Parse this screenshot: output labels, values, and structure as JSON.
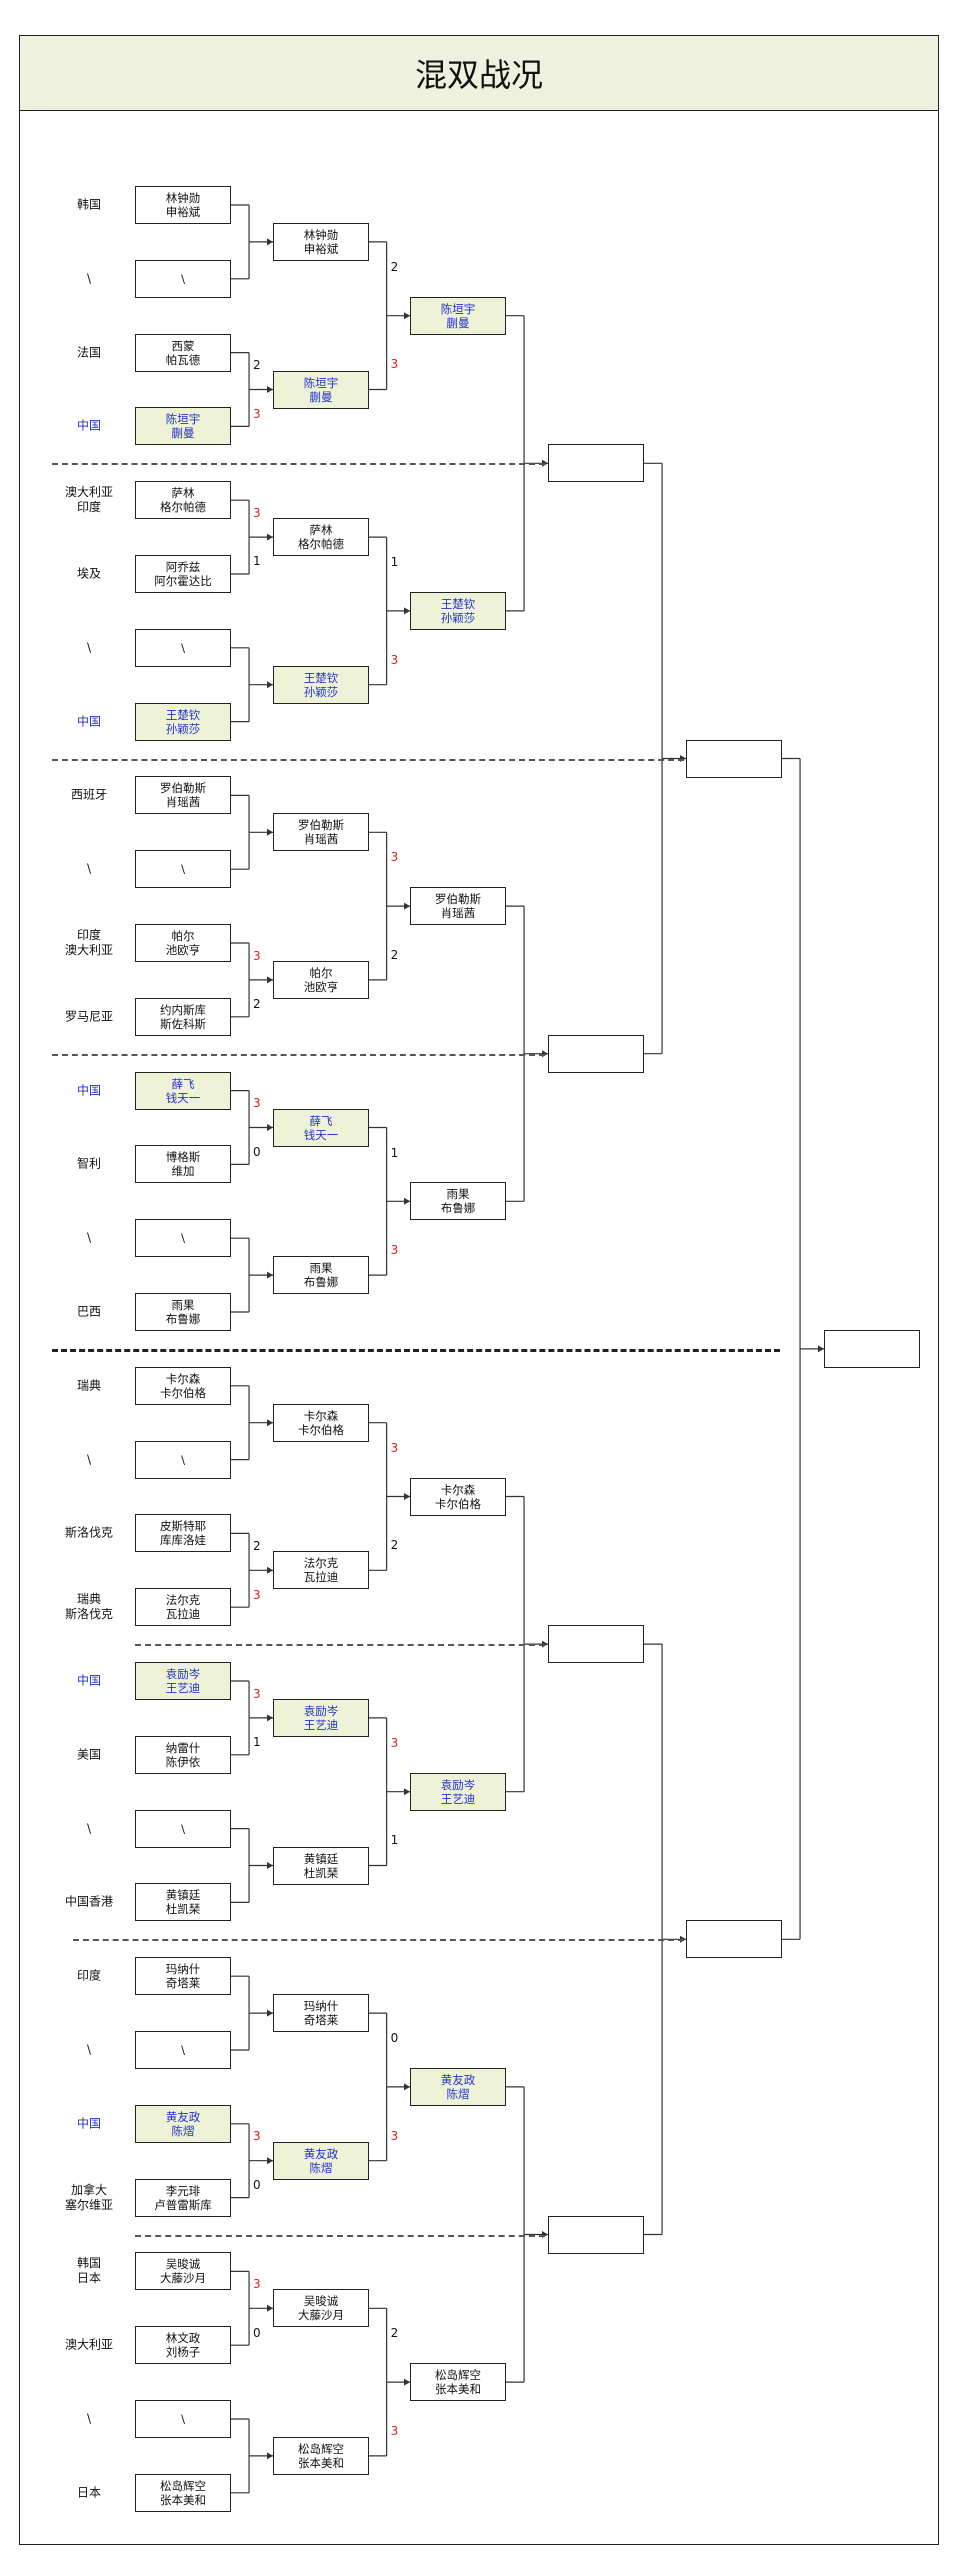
{
  "title": "混双战况",
  "entrants": [
    {
      "country": [
        "韩国"
      ],
      "names": [
        "林钟勋",
        "申裕斌"
      ]
    },
    {
      "country": [
        "\\"
      ],
      "names": [
        "\\"
      ]
    },
    {
      "country": [
        "法国"
      ],
      "names": [
        "西蒙",
        "帕瓦德"
      ]
    },
    {
      "country": [
        "中国"
      ],
      "names": [
        "陈垣宇",
        "蒯曼"
      ]
    },
    {
      "country": [
        "澳大利亚",
        "印度"
      ],
      "names": [
        "萨林",
        "格尔帕德"
      ]
    },
    {
      "country": [
        "埃及"
      ],
      "names": [
        "阿乔兹",
        "阿尔霍达比"
      ]
    },
    {
      "country": [
        "\\"
      ],
      "names": [
        "\\"
      ]
    },
    {
      "country": [
        "中国"
      ],
      "names": [
        "王楚钦",
        "孙颖莎"
      ]
    },
    {
      "country": [
        "西班牙"
      ],
      "names": [
        "罗伯勒斯",
        "肖瑶茜"
      ]
    },
    {
      "country": [
        "\\"
      ],
      "names": [
        "\\"
      ]
    },
    {
      "country": [
        "印度",
        "澳大利亚"
      ],
      "names": [
        "帕尔",
        "池欧亨"
      ]
    },
    {
      "country": [
        "罗马尼亚"
      ],
      "names": [
        "约内斯库",
        "斯佐科斯"
      ]
    },
    {
      "country": [
        "中国"
      ],
      "names": [
        "薛飞",
        "钱天一"
      ]
    },
    {
      "country": [
        "智利"
      ],
      "names": [
        "博格斯",
        "维加"
      ]
    },
    {
      "country": [
        "\\"
      ],
      "names": [
        "\\"
      ]
    },
    {
      "country": [
        "巴西"
      ],
      "names": [
        "雨果",
        "布鲁娜"
      ]
    },
    {
      "country": [
        "瑞典"
      ],
      "names": [
        "卡尔森",
        "卡尔伯格"
      ]
    },
    {
      "country": [
        "\\"
      ],
      "names": [
        "\\"
      ]
    },
    {
      "country": [
        "斯洛伐克"
      ],
      "names": [
        "皮斯特耶",
        "库库洛娃"
      ]
    },
    {
      "country": [
        "瑞典",
        "斯洛伐克"
      ],
      "names": [
        "法尔克",
        "瓦拉迪"
      ]
    },
    {
      "country": [
        "中国"
      ],
      "names": [
        "袁励岑",
        "王艺迪"
      ]
    },
    {
      "country": [
        "美国"
      ],
      "names": [
        "纳雷什",
        "陈伊依"
      ]
    },
    {
      "country": [
        "\\"
      ],
      "names": [
        "\\"
      ]
    },
    {
      "country": [
        "中国香港"
      ],
      "names": [
        "黄镇廷",
        "杜凯琹"
      ]
    },
    {
      "country": [
        "印度"
      ],
      "names": [
        "玛纳什",
        "奇塔莱"
      ]
    },
    {
      "country": [
        "\\"
      ],
      "names": [
        "\\"
      ]
    },
    {
      "country": [
        "中国"
      ],
      "names": [
        "黄友政",
        "陈熠"
      ]
    },
    {
      "country": [
        "加拿大",
        "塞尔维亚"
      ],
      "names": [
        "李元琲",
        "卢普雷斯库"
      ]
    },
    {
      "country": [
        "韩国",
        "日本"
      ],
      "names": [
        "吴晙诚",
        "大藤沙月"
      ]
    },
    {
      "country": [
        "澳大利亚"
      ],
      "names": [
        "林文政",
        "刘杨子"
      ]
    },
    {
      "country": [
        "\\"
      ],
      "names": [
        "\\"
      ]
    },
    {
      "country": [
        "日本"
      ],
      "names": [
        "松岛辉空",
        "张本美和"
      ]
    }
  ],
  "r32_winners": [
    0,
    3,
    4,
    7,
    8,
    10,
    12,
    15,
    16,
    19,
    20,
    23,
    24,
    26,
    28,
    31
  ],
  "r32_scores": [
    null,
    [
      "2",
      "3"
    ],
    [
      "3",
      "1"
    ],
    null,
    null,
    [
      "3",
      "2"
    ],
    [
      "3",
      "0"
    ],
    null,
    null,
    [
      "2",
      "3"
    ],
    [
      "3",
      "1"
    ],
    null,
    null,
    [
      "3",
      "0"
    ],
    [
      "3",
      "0"
    ],
    null
  ],
  "r16_winners": [
    3,
    7,
    8,
    15,
    16,
    20,
    26,
    31
  ],
  "r16_scores": [
    [
      "2",
      "3"
    ],
    [
      "1",
      "3"
    ],
    [
      "3",
      "2"
    ],
    [
      "1",
      "3"
    ],
    [
      "3",
      "2"
    ],
    [
      "3",
      "1"
    ],
    [
      "0",
      "3"
    ],
    [
      "2",
      "3"
    ]
  ],
  "qf_count": 4,
  "sf_count": 2,
  "final_count": 1,
  "colors": {
    "winner_bg": "#eef2d6",
    "winner_text": "#2233cc",
    "score_win": "#e02020",
    "title_bg": "#eef1dd"
  }
}
